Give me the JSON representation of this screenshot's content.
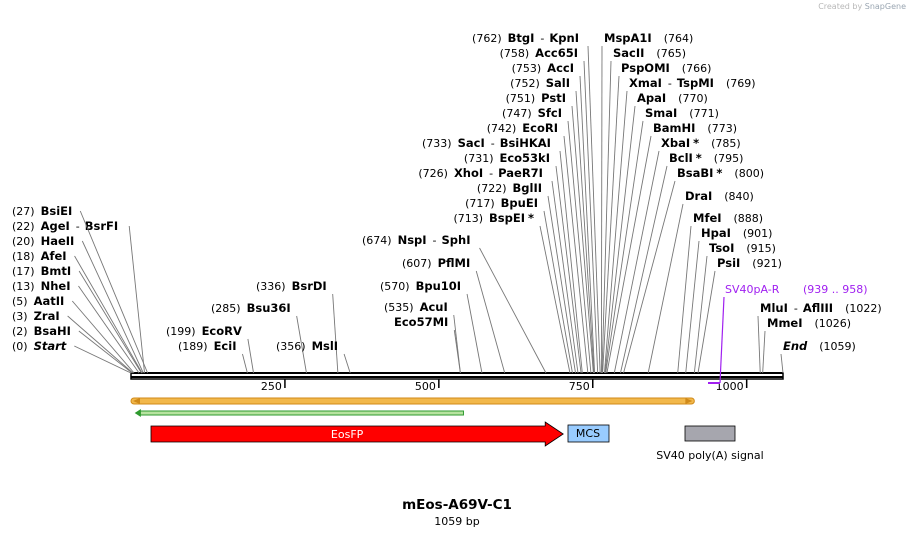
{
  "credit": {
    "prefix": "Created by",
    "brand": "SnapGene"
  },
  "title": "mEos-A69V-C1",
  "length_label": "1059 bp",
  "total_bp": 1059,
  "ticks": [
    {
      "pos": 250,
      "label": "250"
    },
    {
      "pos": 500,
      "label": "500"
    },
    {
      "pos": 750,
      "label": "750"
    },
    {
      "pos": 1000,
      "label": "1000"
    }
  ],
  "sites": [
    {
      "left": "(0)",
      "names": [
        {
          "t": "Start",
          "style": "italic"
        }
      ],
      "pos": 0
    },
    {
      "left": "(2)",
      "names": [
        {
          "t": "BsaHI"
        }
      ],
      "pos": 2
    },
    {
      "left": "(3)",
      "names": [
        {
          "t": "ZraI"
        }
      ],
      "pos": 3
    },
    {
      "left": "(5)",
      "names": [
        {
          "t": "AatII"
        }
      ],
      "pos": 5
    },
    {
      "left": "(13)",
      "names": [
        {
          "t": "NheI"
        }
      ],
      "pos": 13
    },
    {
      "left": "(17)",
      "names": [
        {
          "t": "BmtI"
        }
      ],
      "pos": 17
    },
    {
      "left": "(18)",
      "names": [
        {
          "t": "AfeI"
        }
      ],
      "pos": 18
    },
    {
      "left": "(20)",
      "names": [
        {
          "t": "HaeII"
        }
      ],
      "pos": 20
    },
    {
      "left": "(22)",
      "names": [
        {
          "t": "AgeI"
        },
        {
          "t": "BsrFI"
        }
      ],
      "pos": 22
    },
    {
      "left": "(27)",
      "names": [
        {
          "t": "BsiEI"
        }
      ],
      "pos": 27
    },
    {
      "left": "(189)",
      "names": [
        {
          "t": "EciI"
        }
      ],
      "pos": 189
    },
    {
      "left": "(199)",
      "names": [
        {
          "t": "EcoRV"
        }
      ],
      "pos": 199
    },
    {
      "left": "(285)",
      "names": [
        {
          "t": "Bsu36I"
        }
      ],
      "pos": 285
    },
    {
      "left": "(336)",
      "names": [
        {
          "t": "BsrDI"
        }
      ],
      "pos": 336
    },
    {
      "left": "(356)",
      "names": [
        {
          "t": "MslI"
        }
      ],
      "pos": 356
    },
    {
      "left": "(535)",
      "names": [
        {
          "t": "AcuI"
        }
      ],
      "pos": 535
    },
    {
      "left": "",
      "names": [
        {
          "t": "Eco57MI"
        }
      ],
      "pos": 535
    },
    {
      "left": "(570)",
      "names": [
        {
          "t": "Bpu10I"
        }
      ],
      "pos": 570
    },
    {
      "left": "(607)",
      "names": [
        {
          "t": "PflMI"
        }
      ],
      "pos": 607
    },
    {
      "left": "(674)",
      "names": [
        {
          "t": "NspI"
        },
        {
          "t": "SphI"
        }
      ],
      "pos": 674
    },
    {
      "left": "(713)",
      "names": [
        {
          "t": "BspEI",
          "star": true
        }
      ],
      "pos": 713
    },
    {
      "left": "(717)",
      "names": [
        {
          "t": "BpuEI"
        }
      ],
      "pos": 717
    },
    {
      "left": "(722)",
      "names": [
        {
          "t": "BglII"
        }
      ],
      "pos": 722
    },
    {
      "left": "(726)",
      "names": [
        {
          "t": "XhoI"
        },
        {
          "t": "PaeR7I"
        }
      ],
      "pos": 726
    },
    {
      "left": "(731)",
      "names": [
        {
          "t": "Eco53kI"
        }
      ],
      "pos": 731
    },
    {
      "left": "(733)",
      "names": [
        {
          "t": "SacI"
        },
        {
          "t": "BsiHKAI"
        }
      ],
      "pos": 733
    },
    {
      "left": "(742)",
      "names": [
        {
          "t": "EcoRI"
        }
      ],
      "pos": 742
    },
    {
      "left": "(747)",
      "names": [
        {
          "t": "SfcI"
        }
      ],
      "pos": 747
    },
    {
      "left": "(751)",
      "names": [
        {
          "t": "PstI"
        }
      ],
      "pos": 751
    },
    {
      "left": "(752)",
      "names": [
        {
          "t": "SalI"
        }
      ],
      "pos": 752
    },
    {
      "left": "(753)",
      "names": [
        {
          "t": "AccI"
        }
      ],
      "pos": 753
    },
    {
      "left": "(758)",
      "names": [
        {
          "t": "Acc65I"
        }
      ],
      "pos": 758
    },
    {
      "left": "(762)",
      "names": [
        {
          "t": "BtgI"
        },
        {
          "t": "KpnI"
        }
      ],
      "pos": 762
    },
    {
      "names": [
        {
          "t": "MspA1I"
        }
      ],
      "right": "(764)",
      "pos": 764
    },
    {
      "names": [
        {
          "t": "SacII"
        }
      ],
      "right": "(765)",
      "pos": 765
    },
    {
      "names": [
        {
          "t": "PspOMI"
        }
      ],
      "right": "(766)",
      "pos": 766
    },
    {
      "names": [
        {
          "t": "XmaI"
        },
        {
          "t": "TspMI"
        }
      ],
      "right": "(769)",
      "pos": 769
    },
    {
      "names": [
        {
          "t": "ApaI"
        }
      ],
      "right": "(770)",
      "pos": 770
    },
    {
      "names": [
        {
          "t": "SmaI"
        }
      ],
      "right": "(771)",
      "pos": 771
    },
    {
      "names": [
        {
          "t": "BamHI"
        }
      ],
      "right": "(773)",
      "pos": 773
    },
    {
      "names": [
        {
          "t": "XbaI",
          "star": true
        }
      ],
      "right": "(785)",
      "pos": 785
    },
    {
      "names": [
        {
          "t": "BclI",
          "star": true
        }
      ],
      "right": "(795)",
      "pos": 795
    },
    {
      "names": [
        {
          "t": "BsaBI",
          "star": true
        }
      ],
      "right": "(800)",
      "pos": 800
    },
    {
      "names": [
        {
          "t": "DraI"
        }
      ],
      "right": "(840)",
      "pos": 840
    },
    {
      "names": [
        {
          "t": "MfeI"
        }
      ],
      "right": "(888)",
      "pos": 888
    },
    {
      "names": [
        {
          "t": "HpaI"
        }
      ],
      "right": "(901)",
      "pos": 901
    },
    {
      "names": [
        {
          "t": "TsoI"
        }
      ],
      "right": "(915)",
      "pos": 915
    },
    {
      "names": [
        {
          "t": "PsiI"
        }
      ],
      "right": "(921)",
      "pos": 921
    },
    {
      "names": [
        {
          "t": "MluI"
        },
        {
          "t": "AflIII"
        }
      ],
      "right": "(1022)",
      "pos": 1022
    },
    {
      "names": [
        {
          "t": "MmeI"
        }
      ],
      "right": "(1026)",
      "pos": 1026
    },
    {
      "names": [
        {
          "t": "End",
          "style": "italic"
        }
      ],
      "right": "(1059)",
      "pos": 1059
    }
  ],
  "primer": {
    "name": "SV40pA-R",
    "range": "(939 .. 958)",
    "color": "#a020f0"
  },
  "features": [
    {
      "name": "EosFP",
      "kind": "arrow",
      "start": 0,
      "end": 702,
      "color": "#ff0000",
      "text_color": "#ffffff"
    },
    {
      "name": "MCS",
      "kind": "box",
      "start": 711,
      "end": 808,
      "color": "#99ccff",
      "text_color": "#000000"
    },
    {
      "name": "SV40 poly(A) signal",
      "kind": "box",
      "start": 929,
      "end": 1046,
      "color": "#a6a6ae",
      "text_color": "#000000"
    }
  ],
  "colors": {
    "orf_fill": "#f2b84b",
    "orf_edge": "#d08a1a",
    "green_arrow": "#2e9a2e",
    "green_fill": "#b7e3a0"
  }
}
